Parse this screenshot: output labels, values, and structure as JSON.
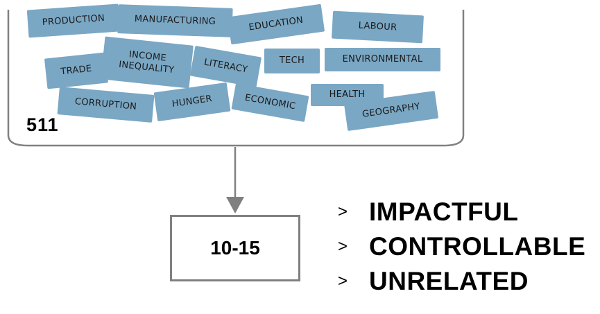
{
  "categories": [
    "PRODUCTION",
    "MANUFACTURING",
    "EDUCATION",
    "LABOUR",
    "INCOME\nINEQUALITY",
    "TRADE",
    "LITERACY",
    "TECH",
    "ENVIRONMENTAL",
    "CORRUPTION",
    "HUNGER",
    "ECONOMIC",
    "HEALTH",
    "GEOGRAPHY"
  ],
  "total_count": "511",
  "result": "10-15",
  "criteria_marker": ">",
  "criteria": [
    "IMPACTFUL",
    "CONTROLLABLE",
    "UNRELATED"
  ],
  "colors": {
    "tag": "#7aa7c4",
    "bin_line": "#808080",
    "arrow": "#808080"
  }
}
